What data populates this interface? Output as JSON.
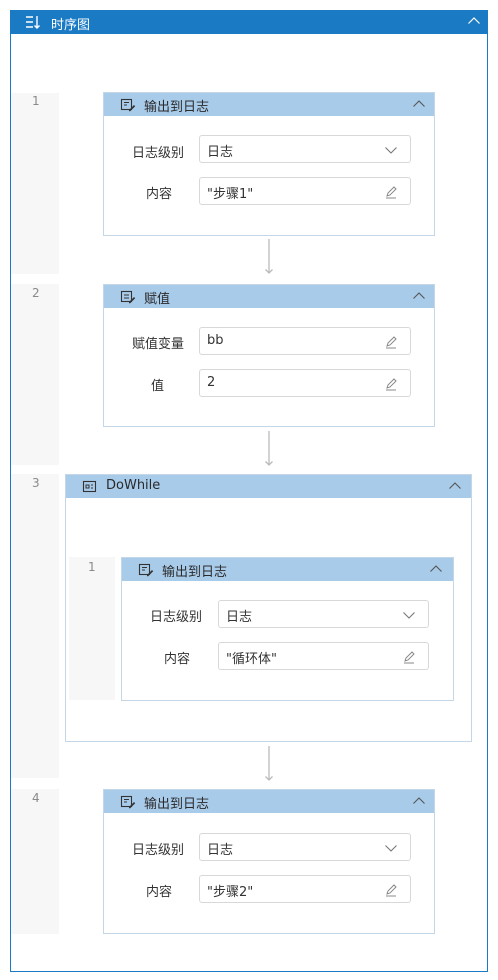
{
  "panel": {
    "title": "时序图"
  },
  "steps": [
    {
      "number": "1",
      "title": "输出到日志",
      "fields": [
        {
          "label": "日志级别",
          "value": "日志"
        },
        {
          "label": "内容",
          "value": "\"步骤1\""
        }
      ]
    },
    {
      "number": "2",
      "title": "赋值",
      "fields": [
        {
          "label": "赋值变量",
          "value": "bb"
        },
        {
          "label": "值",
          "value": "2"
        }
      ]
    },
    {
      "number": "3",
      "title": "DoWhile",
      "inner": {
        "number": "1",
        "title": "输出到日志",
        "fields": [
          {
            "label": "日志级别",
            "value": "日志"
          },
          {
            "label": "内容",
            "value": "\"循环体\""
          }
        ]
      }
    },
    {
      "number": "4",
      "title": "输出到日志",
      "fields": [
        {
          "label": "日志级别",
          "value": "日志"
        },
        {
          "label": "内容",
          "value": "\"步骤2\""
        }
      ]
    }
  ],
  "colors": {
    "accent": "#1b7ac4",
    "card_header": "#a9cbea",
    "border": "#c5d6e6"
  }
}
